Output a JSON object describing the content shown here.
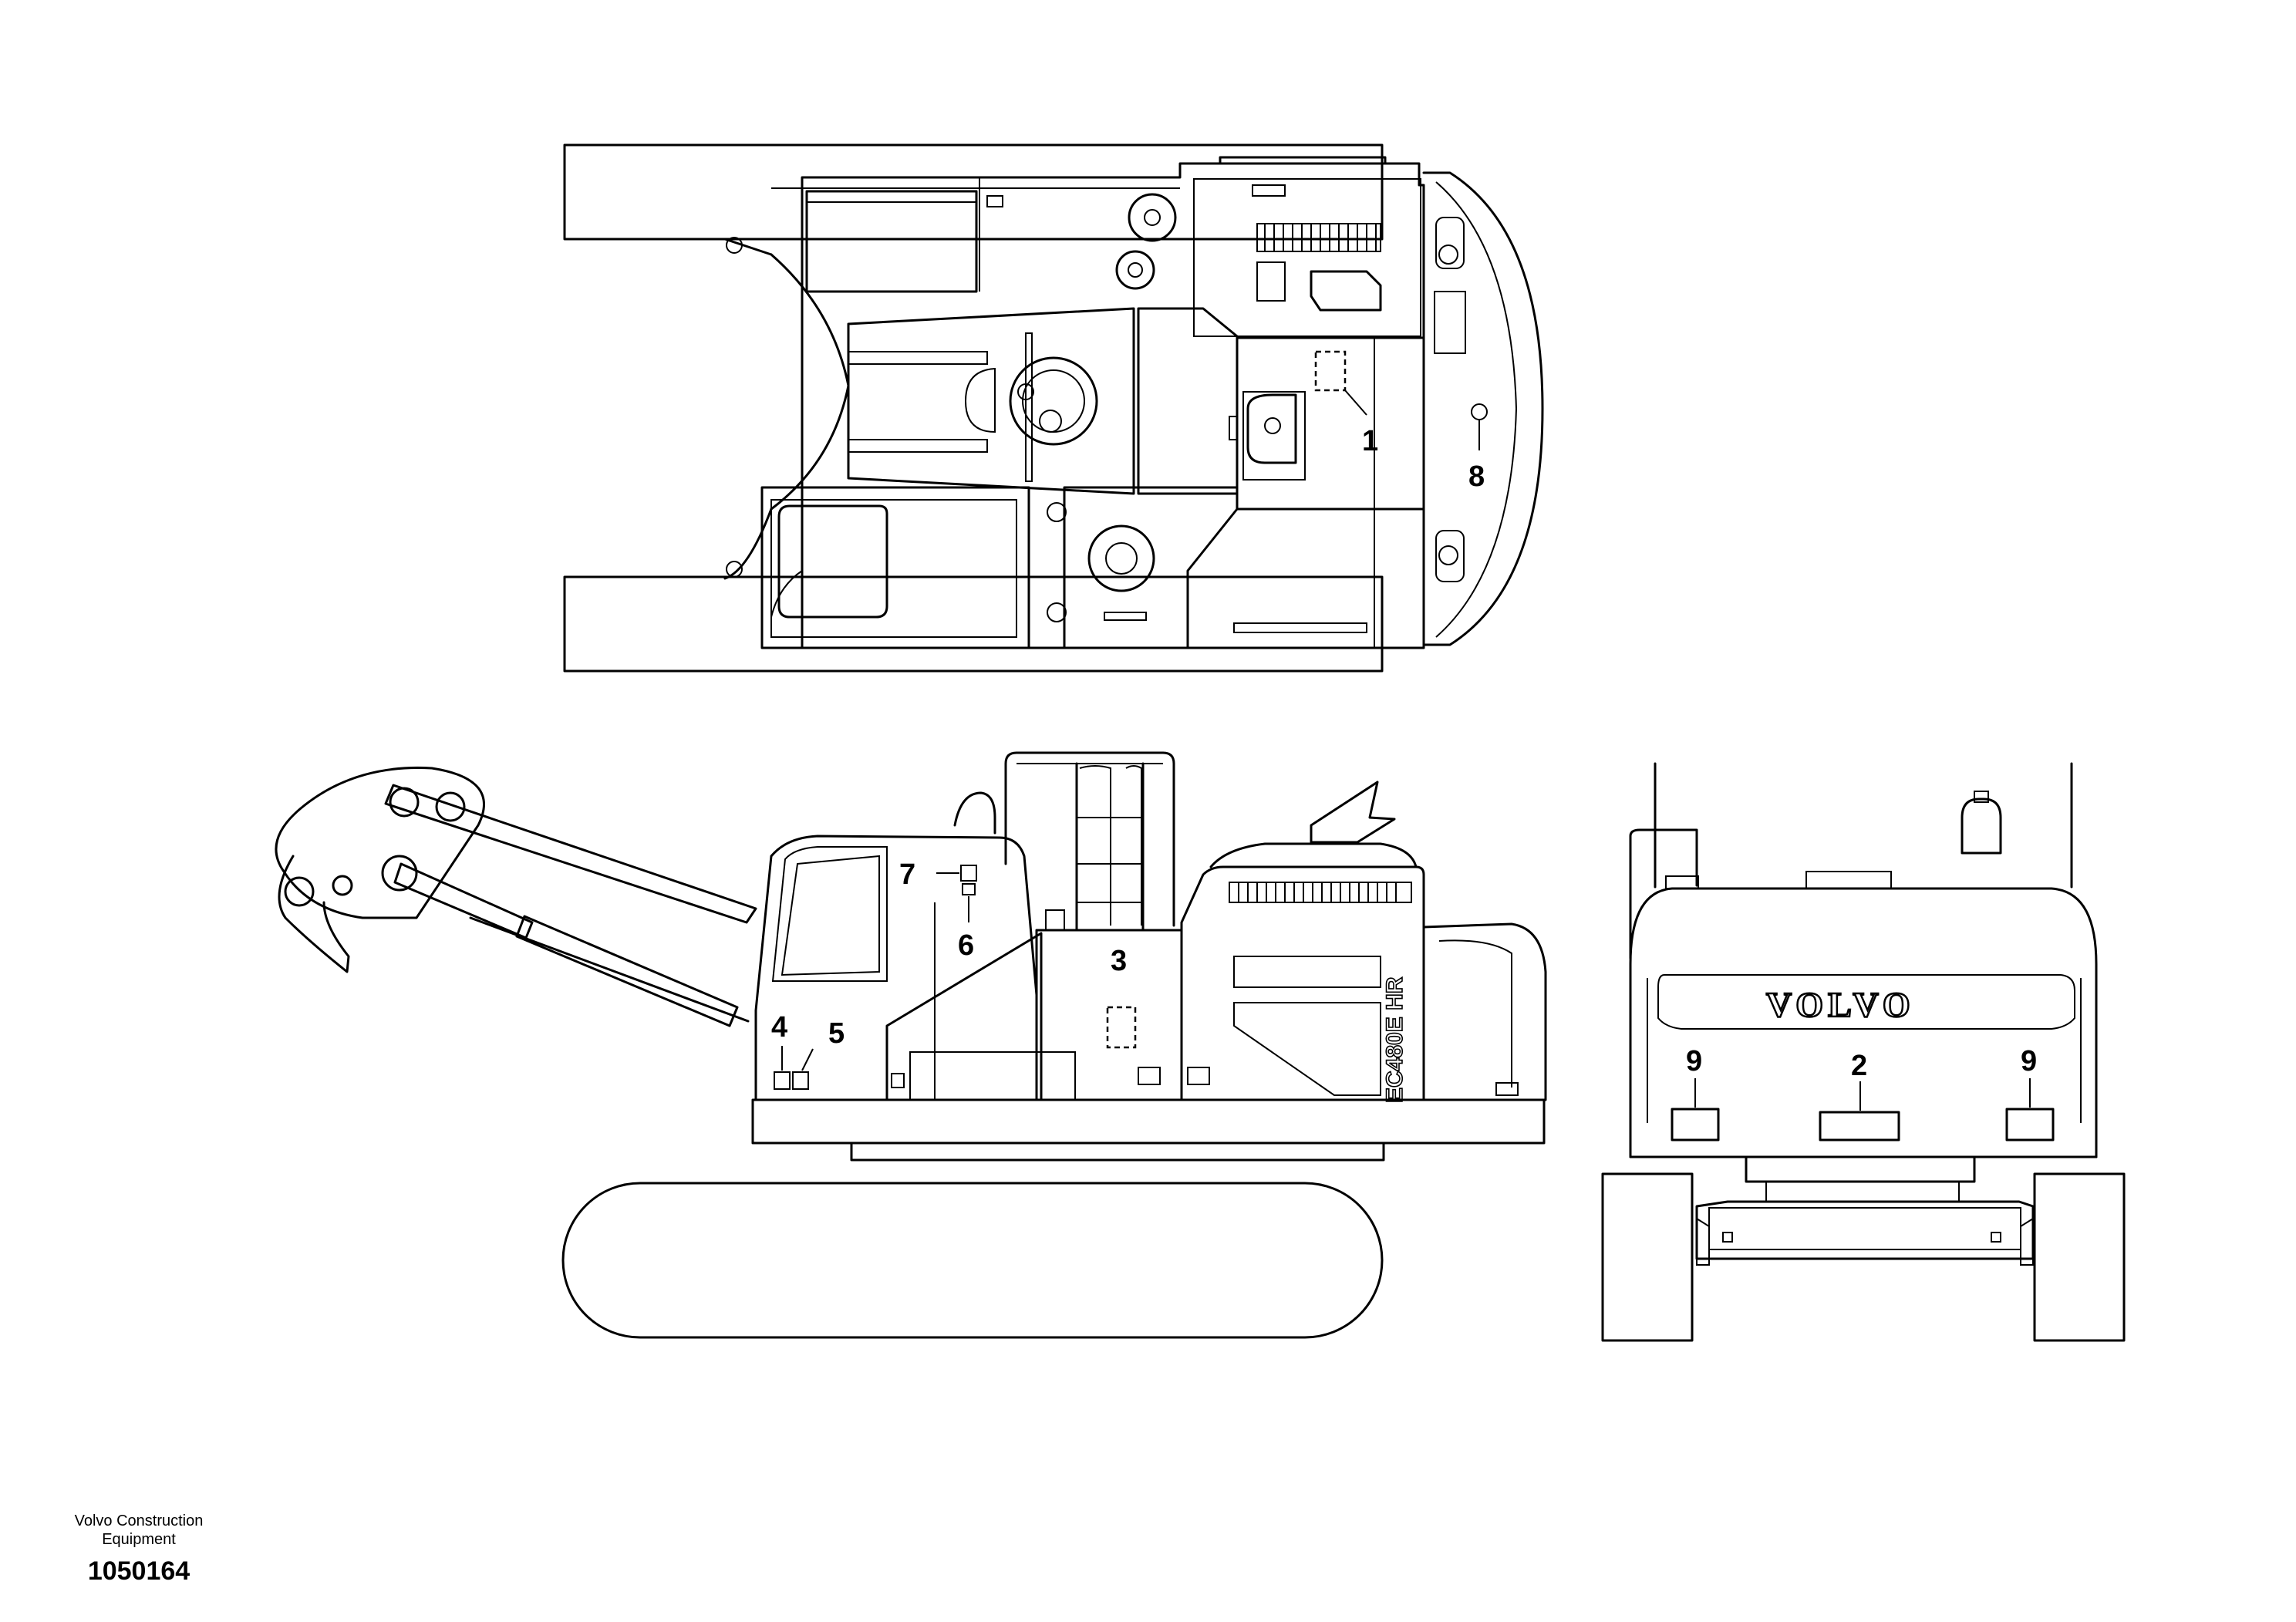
{
  "callouts": {
    "c1": "1",
    "c2": "2",
    "c3": "3",
    "c4": "4",
    "c5": "5",
    "c6": "6",
    "c7": "7",
    "c8": "8",
    "c9_left": "9",
    "c9_right": "9"
  },
  "machine": {
    "brand_text": "VOLVO",
    "model_text": "EC480E HR"
  },
  "footer": {
    "org_line1": "Volvo Construction",
    "org_line2": "Equipment",
    "figure_number": "1050164"
  }
}
